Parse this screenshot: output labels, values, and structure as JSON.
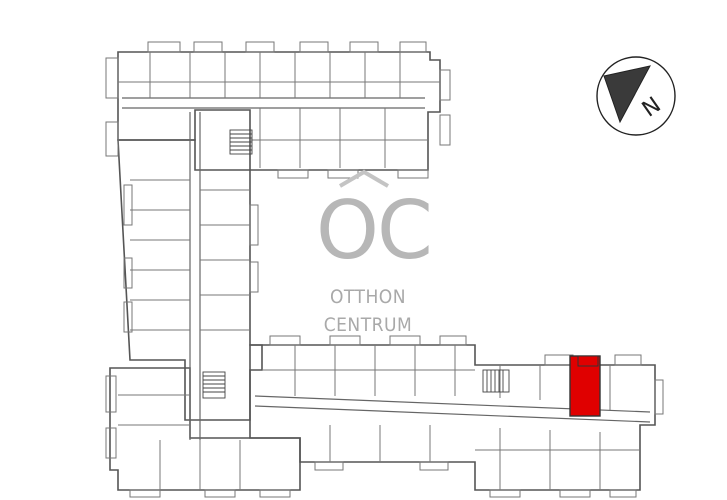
{
  "watermark": {
    "logo_letters": "OC",
    "line1": "OTTHON",
    "line2": "CENTRUM"
  },
  "compass": {
    "letter": "N",
    "icon": "north-arrow-icon"
  },
  "colors": {
    "wall": "#555555",
    "highlight": "#e00000",
    "watermark": "#b7b7b7",
    "background": "#ffffff"
  }
}
